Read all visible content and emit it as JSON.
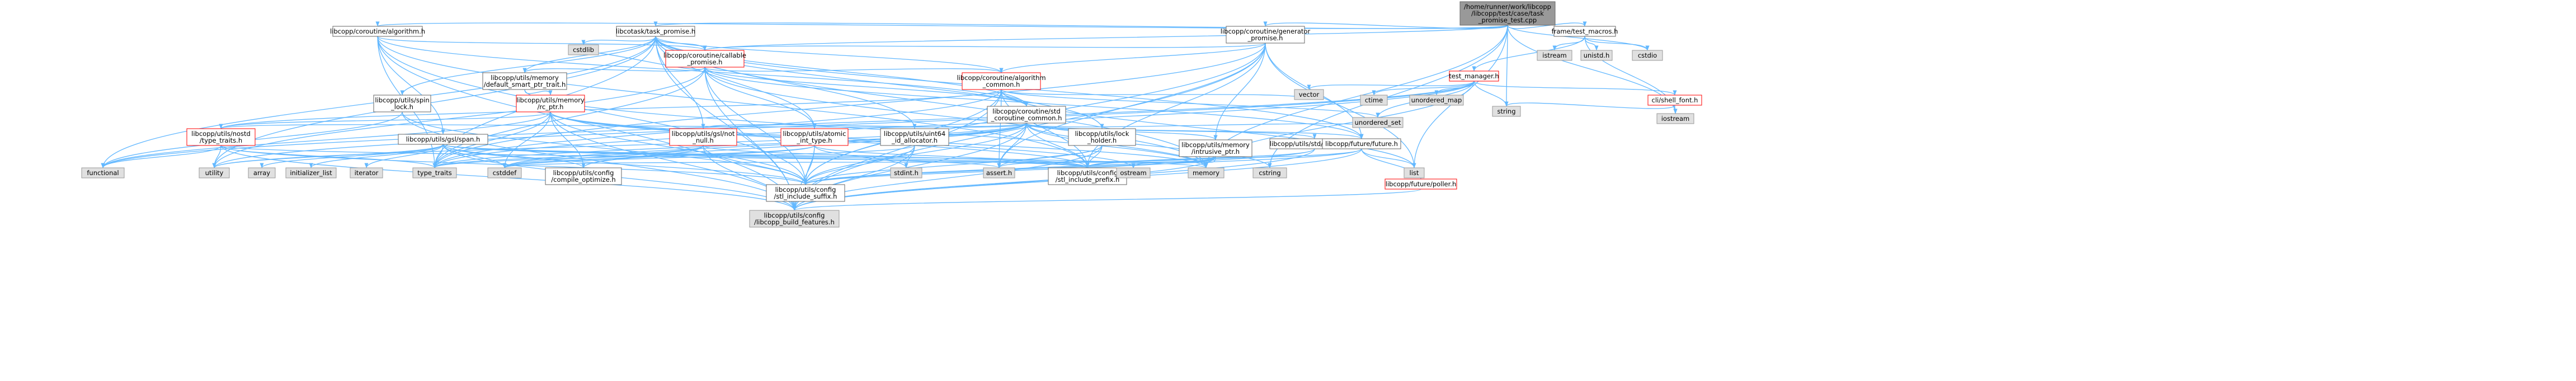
{
  "colors": {
    "background": "#ffffff",
    "root_fill": "#999999",
    "node_fill": "#ffffff",
    "node_border": "#666666",
    "red_border": "#ff0000",
    "system_fill": "#e0e0e0",
    "system_border": "#999999",
    "edge_color": "#63b8ff"
  },
  "graph": {
    "nodes": [
      {
        "id": "root",
        "style": "root",
        "lines": [
          "/home/runner/work/libcopp",
          "/libcopp/test/case/task",
          "_promise_test.cpp"
        ]
      },
      {
        "id": "algorithm",
        "style": "normal",
        "lines": [
          "libcopp/coroutine/algorithm.h"
        ]
      },
      {
        "id": "task_promise",
        "style": "normal",
        "lines": [
          "libcotask/task_promise.h"
        ]
      },
      {
        "id": "generator_promise",
        "style": "normal",
        "lines": [
          "libcopp/coroutine/generator",
          "_promise.h"
        ]
      },
      {
        "id": "frame_test_macros",
        "style": "normal",
        "lines": [
          "frame/test_macros.h"
        ]
      },
      {
        "id": "callable_promise",
        "style": "red",
        "lines": [
          "libcopp/coroutine/callable",
          "_promise.h"
        ]
      },
      {
        "id": "default_smart_ptr",
        "style": "normal",
        "lines": [
          "libcopp/utils/memory",
          "/default_smart_ptr_trait.h"
        ]
      },
      {
        "id": "algorithm_common",
        "style": "red",
        "lines": [
          "libcopp/coroutine/algorithm",
          "_common.h"
        ]
      },
      {
        "id": "test_manager",
        "style": "red",
        "lines": [
          "test_manager.h"
        ]
      },
      {
        "id": "spin_lock",
        "style": "normal",
        "lines": [
          "libcopp/utils/spin",
          "_lock.h"
        ]
      },
      {
        "id": "rc_ptr",
        "style": "red",
        "lines": [
          "libcopp/utils/memory",
          "/rc_ptr.h"
        ]
      },
      {
        "id": "std_coroutine_common",
        "style": "normal",
        "lines": [
          "libcopp/coroutine/std",
          "_coroutine_common.h"
        ]
      },
      {
        "id": "shell_font",
        "style": "red",
        "lines": [
          "cli/shell_font.h"
        ]
      },
      {
        "id": "type_traits_h",
        "style": "red",
        "lines": [
          "libcopp/utils/nostd",
          "/type_traits.h"
        ]
      },
      {
        "id": "gsl_span",
        "style": "normal",
        "lines": [
          "libcopp/utils/gsl/span.h"
        ]
      },
      {
        "id": "not_null",
        "style": "red",
        "lines": [
          "libcopp/utils/gsl/not",
          "_null.h"
        ]
      },
      {
        "id": "atomic_int_type",
        "style": "red",
        "lines": [
          "libcopp/utils/atomic",
          "_int_type.h"
        ]
      },
      {
        "id": "uint64_id",
        "style": "normal",
        "lines": [
          "libcopp/utils/uint64",
          "_id_allocator.h"
        ]
      },
      {
        "id": "lock_holder",
        "style": "normal",
        "lines": [
          "libcopp/utils/lock",
          "_holder.h"
        ]
      },
      {
        "id": "intrusive_ptr",
        "style": "normal",
        "lines": [
          "libcopp/utils/memory",
          "/intrusive_ptr.h"
        ]
      },
      {
        "id": "std_coroutine",
        "style": "normal",
        "lines": [
          "libcopp/utils/std/coroutine.h"
        ]
      },
      {
        "id": "future",
        "style": "normal",
        "lines": [
          "libcopp/future/future.h"
        ]
      },
      {
        "id": "poller",
        "style": "red",
        "lines": [
          "libcopp/future/poller.h"
        ]
      },
      {
        "id": "compile_optimize",
        "style": "normal",
        "lines": [
          "libcopp/utils/config",
          "/compile_optimize.h"
        ]
      },
      {
        "id": "stl_suffix",
        "style": "normal",
        "lines": [
          "libcopp/utils/config",
          "/stl_include_suffix.h"
        ]
      },
      {
        "id": "stl_prefix",
        "style": "normal",
        "lines": [
          "libcopp/utils/config",
          "/stl_include_prefix.h"
        ]
      },
      {
        "id": "build_features",
        "style": "system",
        "lines": [
          "libcopp/utils/config",
          "/libcopp_build_features.h"
        ]
      },
      {
        "id": "s_functional",
        "style": "system",
        "lines": [
          "functional"
        ]
      },
      {
        "id": "s_utility",
        "style": "system",
        "lines": [
          "utility"
        ]
      },
      {
        "id": "s_array",
        "style": "system",
        "lines": [
          "array"
        ]
      },
      {
        "id": "s_initializer_list",
        "style": "system",
        "lines": [
          "initializer_list"
        ]
      },
      {
        "id": "s_iterator",
        "style": "system",
        "lines": [
          "iterator"
        ]
      },
      {
        "id": "s_type_traits",
        "style": "system",
        "lines": [
          "type_traits"
        ]
      },
      {
        "id": "s_cstddef",
        "style": "system",
        "lines": [
          "cstddef"
        ]
      },
      {
        "id": "s_stdint",
        "style": "system",
        "lines": [
          "stdint.h"
        ]
      },
      {
        "id": "s_assert",
        "style": "system",
        "lines": [
          "assert.h"
        ]
      },
      {
        "id": "s_ostream",
        "style": "system",
        "lines": [
          "ostream"
        ]
      },
      {
        "id": "s_memory",
        "style": "system",
        "lines": [
          "memory"
        ]
      },
      {
        "id": "s_cstring",
        "style": "system",
        "lines": [
          "cstring"
        ]
      },
      {
        "id": "s_list",
        "style": "system",
        "lines": [
          "list"
        ]
      },
      {
        "id": "s_cstdlib",
        "style": "system",
        "lines": [
          "cstdlib"
        ]
      },
      {
        "id": "s_vector",
        "style": "system",
        "lines": [
          "vector"
        ]
      },
      {
        "id": "s_unordered_set",
        "style": "system",
        "lines": [
          "unordered_set"
        ]
      },
      {
        "id": "s_ctime",
        "style": "system",
        "lines": [
          "ctime"
        ]
      },
      {
        "id": "s_unordered_map",
        "style": "system",
        "lines": [
          "unordered_map"
        ]
      },
      {
        "id": "s_string",
        "style": "system",
        "lines": [
          "string"
        ]
      },
      {
        "id": "s_iostream",
        "style": "system",
        "lines": [
          "iostream"
        ]
      },
      {
        "id": "s_istream",
        "style": "system",
        "lines": [
          "istream"
        ]
      },
      {
        "id": "s_unistd",
        "style": "system",
        "lines": [
          "unistd.h"
        ]
      },
      {
        "id": "s_cstdio",
        "style": "system",
        "lines": [
          "cstdio"
        ]
      }
    ],
    "edges": [
      [
        "root",
        "algorithm"
      ],
      [
        "root",
        "task_promise"
      ],
      [
        "root",
        "generator_promise"
      ],
      [
        "root",
        "frame_test_macros"
      ],
      [
        "root",
        "callable_promise"
      ],
      [
        "root",
        "s_cstdio"
      ],
      [
        "root",
        "s_cstring"
      ],
      [
        "root",
        "s_iostream"
      ],
      [
        "root",
        "s_list"
      ],
      [
        "root",
        "s_string"
      ],
      [
        "root",
        "s_memory"
      ],
      [
        "algorithm",
        "callable_promise"
      ],
      [
        "algorithm",
        "gsl_span"
      ],
      [
        "algorithm",
        "stl_prefix"
      ],
      [
        "algorithm",
        "build_features"
      ],
      [
        "algorithm",
        "stl_suffix"
      ],
      [
        "algorithm",
        "s_type_traits"
      ],
      [
        "algorithm",
        "std_coroutine_common"
      ],
      [
        "task_promise",
        "callable_promise"
      ],
      [
        "task_promise",
        "default_smart_ptr"
      ],
      [
        "task_promise",
        "algorithm_common"
      ],
      [
        "task_promise",
        "spin_lock"
      ],
      [
        "task_promise",
        "not_null"
      ],
      [
        "task_promise",
        "atomic_int_type"
      ],
      [
        "task_promise",
        "uint64_id"
      ],
      [
        "task_promise",
        "lock_holder"
      ],
      [
        "task_promise",
        "s_cstdlib"
      ],
      [
        "task_promise",
        "future"
      ],
      [
        "task_promise",
        "build_features"
      ],
      [
        "task_promise",
        "s_functional"
      ],
      [
        "task_promise",
        "s_utility"
      ],
      [
        "task_promise",
        "s_type_traits"
      ],
      [
        "task_promise",
        "s_memory"
      ],
      [
        "task_promise",
        "std_coroutine_common"
      ],
      [
        "generator_promise",
        "callable_promise"
      ],
      [
        "generator_promise",
        "algorithm_common"
      ],
      [
        "generator_promise",
        "future"
      ],
      [
        "generator_promise",
        "s_assert"
      ],
      [
        "generator_promise",
        "s_type_traits"
      ],
      [
        "generator_promise",
        "build_features"
      ],
      [
        "generator_promise",
        "s_list"
      ],
      [
        "generator_promise",
        "intrusive_ptr"
      ],
      [
        "generator_promise",
        "stl_prefix"
      ],
      [
        "generator_promise",
        "stl_suffix"
      ],
      [
        "frame_test_macros",
        "test_manager"
      ],
      [
        "frame_test_macros",
        "s_istream"
      ],
      [
        "frame_test_macros",
        "s_unistd"
      ],
      [
        "frame_test_macros",
        "s_cstdio"
      ],
      [
        "frame_test_macros",
        "s_iostream"
      ],
      [
        "callable_promise",
        "default_smart_ptr"
      ],
      [
        "callable_promise",
        "algorithm_common"
      ],
      [
        "callable_promise",
        "s_cstdlib"
      ],
      [
        "callable_promise",
        "atomic_int_type"
      ],
      [
        "callable_promise",
        "s_type_traits"
      ],
      [
        "callable_promise",
        "build_features"
      ],
      [
        "callable_promise",
        "s_memory"
      ],
      [
        "callable_promise",
        "stl_suffix"
      ],
      [
        "callable_promise",
        "std_coroutine_common"
      ],
      [
        "callable_promise",
        "future"
      ],
      [
        "callable_promise",
        "s_utility"
      ],
      [
        "default_smart_ptr",
        "rc_ptr"
      ],
      [
        "default_smart_ptr",
        "s_memory"
      ],
      [
        "algorithm_common",
        "std_coroutine_common"
      ],
      [
        "algorithm_common",
        "s_vector"
      ],
      [
        "algorithm_common",
        "s_unordered_set"
      ],
      [
        "algorithm_common",
        "s_type_traits"
      ],
      [
        "algorithm_common",
        "type_traits_h"
      ],
      [
        "algorithm_common",
        "s_assert"
      ],
      [
        "algorithm_common",
        "build_features"
      ],
      [
        "algorithm_common",
        "stl_suffix"
      ],
      [
        "algorithm_common",
        "s_list"
      ],
      [
        "algorithm_common",
        "stl_prefix"
      ],
      [
        "test_manager",
        "shell_font"
      ],
      [
        "test_manager",
        "s_vector"
      ],
      [
        "test_manager",
        "s_ctime"
      ],
      [
        "test_manager",
        "s_unordered_map"
      ],
      [
        "test_manager",
        "s_unordered_set"
      ],
      [
        "test_manager",
        "s_string"
      ],
      [
        "test_manager",
        "s_memory"
      ],
      [
        "test_manager",
        "s_functional"
      ],
      [
        "test_manager",
        "s_utility"
      ],
      [
        "test_manager",
        "s_type_traits"
      ],
      [
        "shell_font",
        "s_string"
      ],
      [
        "shell_font",
        "s_iostream"
      ],
      [
        "spin_lock",
        "build_features"
      ],
      [
        "spin_lock",
        "s_functional"
      ],
      [
        "spin_lock",
        "stl_suffix"
      ],
      [
        "rc_ptr",
        "type_traits_h"
      ],
      [
        "rc_ptr",
        "s_functional"
      ],
      [
        "rc_ptr",
        "build_features"
      ],
      [
        "rc_ptr",
        "s_ostream"
      ],
      [
        "rc_ptr",
        "s_cstddef"
      ],
      [
        "rc_ptr",
        "s_memory"
      ],
      [
        "rc_ptr",
        "s_type_traits"
      ],
      [
        "rc_ptr",
        "compile_optimize"
      ],
      [
        "rc_ptr",
        "stl_suffix"
      ],
      [
        "rc_ptr",
        "stl_prefix"
      ],
      [
        "std_coroutine_common",
        "compile_optimize"
      ],
      [
        "std_coroutine_common",
        "s_cstddef"
      ],
      [
        "std_coroutine_common",
        "not_null"
      ],
      [
        "std_coroutine_common",
        "type_traits_h"
      ],
      [
        "std_coroutine_common",
        "build_features"
      ],
      [
        "std_coroutine_common",
        "std_coroutine"
      ],
      [
        "std_coroutine_common",
        "s_type_traits"
      ],
      [
        "std_coroutine_common",
        "s_utility"
      ],
      [
        "std_coroutine_common",
        "future"
      ],
      [
        "std_coroutine_common",
        "s_unordered_set"
      ],
      [
        "std_coroutine_common",
        "intrusive_ptr"
      ],
      [
        "std_coroutine_common",
        "stl_suffix"
      ],
      [
        "std_coroutine_common",
        "stl_prefix"
      ],
      [
        "std_coroutine_common",
        "s_memory"
      ],
      [
        "std_coroutine_common",
        "s_cstring"
      ],
      [
        "std_coroutine_common",
        "s_assert"
      ],
      [
        "type_traits_h",
        "s_type_traits"
      ],
      [
        "type_traits_h",
        "s_functional"
      ],
      [
        "type_traits_h",
        "s_utility"
      ],
      [
        "type_traits_h",
        "build_features"
      ],
      [
        "type_traits_h",
        "stl_suffix"
      ],
      [
        "type_traits_h",
        "stl_prefix"
      ],
      [
        "gsl_span",
        "s_array"
      ],
      [
        "gsl_span",
        "s_initializer_list"
      ],
      [
        "gsl_span",
        "s_iterator"
      ],
      [
        "gsl_span",
        "s_type_traits"
      ],
      [
        "gsl_span",
        "s_cstddef"
      ],
      [
        "gsl_span",
        "s_memory"
      ],
      [
        "gsl_span",
        "s_assert"
      ],
      [
        "gsl_span",
        "build_features"
      ],
      [
        "gsl_span",
        "compile_optimize"
      ],
      [
        "gsl_span",
        "stl_suffix"
      ],
      [
        "gsl_span",
        "stl_prefix"
      ],
      [
        "gsl_span",
        "s_utility"
      ],
      [
        "not_null",
        "compile_optimize"
      ],
      [
        "not_null",
        "s_type_traits"
      ],
      [
        "not_null",
        "build_features"
      ],
      [
        "not_null",
        "stl_suffix"
      ],
      [
        "not_null",
        "stl_prefix"
      ],
      [
        "not_null",
        "s_cstddef"
      ],
      [
        "atomic_int_type",
        "s_stdint"
      ],
      [
        "atomic_int_type",
        "s_cstddef"
      ],
      [
        "atomic_int_type",
        "build_features"
      ],
      [
        "atomic_int_type",
        "stl_suffix"
      ],
      [
        "atomic_int_type",
        "stl_prefix"
      ],
      [
        "atomic_int_type",
        "s_type_traits"
      ],
      [
        "uint64_id",
        "s_cstddef"
      ],
      [
        "uint64_id",
        "s_stdint"
      ],
      [
        "uint64_id",
        "build_features"
      ],
      [
        "uint64_id",
        "stl_suffix"
      ],
      [
        "lock_holder",
        "s_assert"
      ],
      [
        "lock_holder",
        "build_features"
      ],
      [
        "lock_holder",
        "stl_suffix"
      ],
      [
        "lock_holder",
        "stl_prefix"
      ],
      [
        "intrusive_ptr",
        "s_ostream"
      ],
      [
        "intrusive_ptr",
        "s_memory"
      ],
      [
        "intrusive_ptr",
        "s_assert"
      ],
      [
        "intrusive_ptr",
        "s_cstddef"
      ],
      [
        "intrusive_ptr",
        "build_features"
      ],
      [
        "intrusive_ptr",
        "stl_suffix"
      ],
      [
        "intrusive_ptr",
        "stl_prefix"
      ],
      [
        "std_coroutine",
        "build_features"
      ],
      [
        "std_coroutine",
        "stl_suffix"
      ],
      [
        "std_coroutine",
        "stl_prefix"
      ],
      [
        "future",
        "poller"
      ],
      [
        "future",
        "s_list"
      ],
      [
        "future",
        "build_features"
      ],
      [
        "future",
        "stl_suffix"
      ],
      [
        "future",
        "stl_prefix"
      ],
      [
        "poller",
        "build_features"
      ]
    ]
  }
}
